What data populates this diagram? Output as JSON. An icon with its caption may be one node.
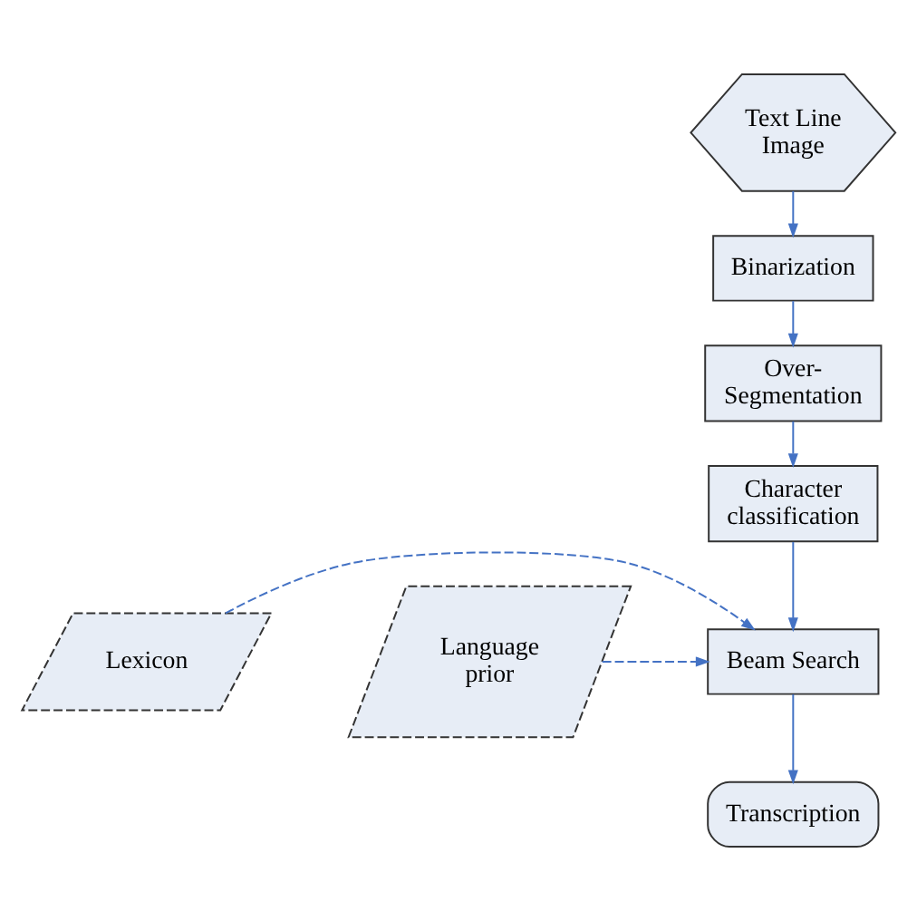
{
  "diagram": {
    "nodes": [
      {
        "text": [
          "Text Line Image"
        ]
      },
      {
        "text": [
          "Binarization"
        ]
      },
      {
        "text": [
          "Over- Segmentation"
        ]
      },
      {
        "text": [
          "Character classification"
        ]
      },
      {
        "text": [
          "Lexicon"
        ]
      },
      {
        "text": [
          "Beam Search"
        ]
      },
      {
        "text": [
          "Language prior"
        ]
      },
      {
        "text": [
          "Transcription"
        ]
      }
    ],
    "edges": [
      {
        "from": 0,
        "to": 1,
        "arrow": "to"
      },
      {
        "from": 1,
        "to": 2,
        "arrow": "to"
      },
      {
        "from": 2,
        "to": 3,
        "arrow": "to"
      },
      {
        "from": 3,
        "to": 5,
        "arrow": "to"
      },
      {
        "from": 4,
        "to": 5,
        "arrow": "to",
        "style": "dashed"
      },
      {
        "from": 6,
        "to": 5,
        "arrow": "to",
        "style": "dashed"
      },
      {
        "from": 5,
        "to": 7,
        "arrow": "to"
      }
    ]
  }
}
